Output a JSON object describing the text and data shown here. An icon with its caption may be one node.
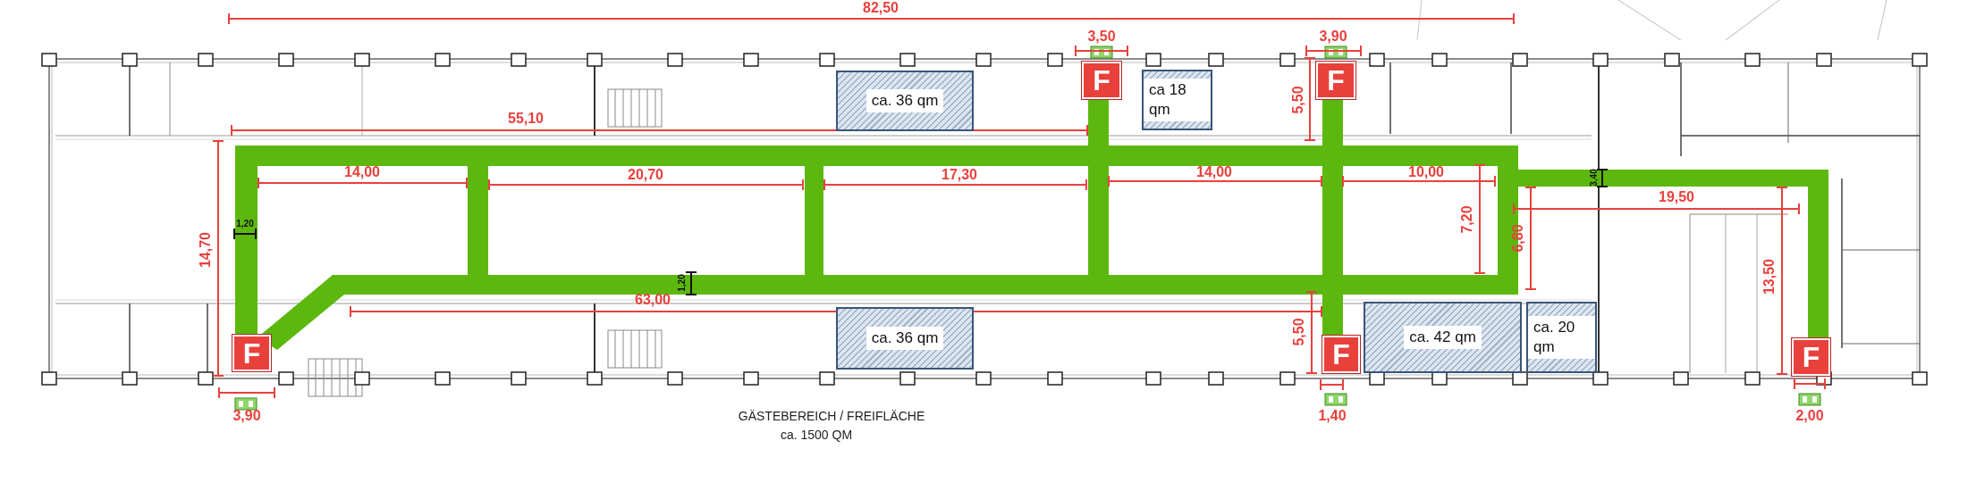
{
  "diagram": {
    "nodes": [
      {
        "text": [
          "ca. 36 qm"
        ]
      },
      {
        "text": [
          "F"
        ]
      },
      {
        "text": [
          "ca 18 qm"
        ]
      },
      {
        "text": [
          "F"
        ]
      },
      {
        "text": [
          "F"
        ]
      },
      {
        "text": [
          "ca. 36 qm"
        ]
      },
      {
        "text": [
          "F"
        ]
      },
      {
        "text": [
          "ca. 42 qm"
        ]
      },
      {
        "text": [
          "ca. 20 qm"
        ]
      },
      {
        "text": [
          "F"
        ]
      }
    ],
    "labels": [
      "82,50",
      "3,50",
      "3,90",
      "5,50",
      "55,10",
      "14,00",
      "20,70",
      "17,30",
      "14,00",
      "10,00",
      "3,40",
      "19,50",
      "7,20",
      "6,80",
      "14,70",
      "1,20",
      "1,20",
      "13,50",
      "63,00",
      "5,50",
      "3,90",
      "GÄSTEBEREICH / FREIFLÄCHE",
      "1,40",
      "2,00",
      "ca. 1500 QM"
    ]
  }
}
